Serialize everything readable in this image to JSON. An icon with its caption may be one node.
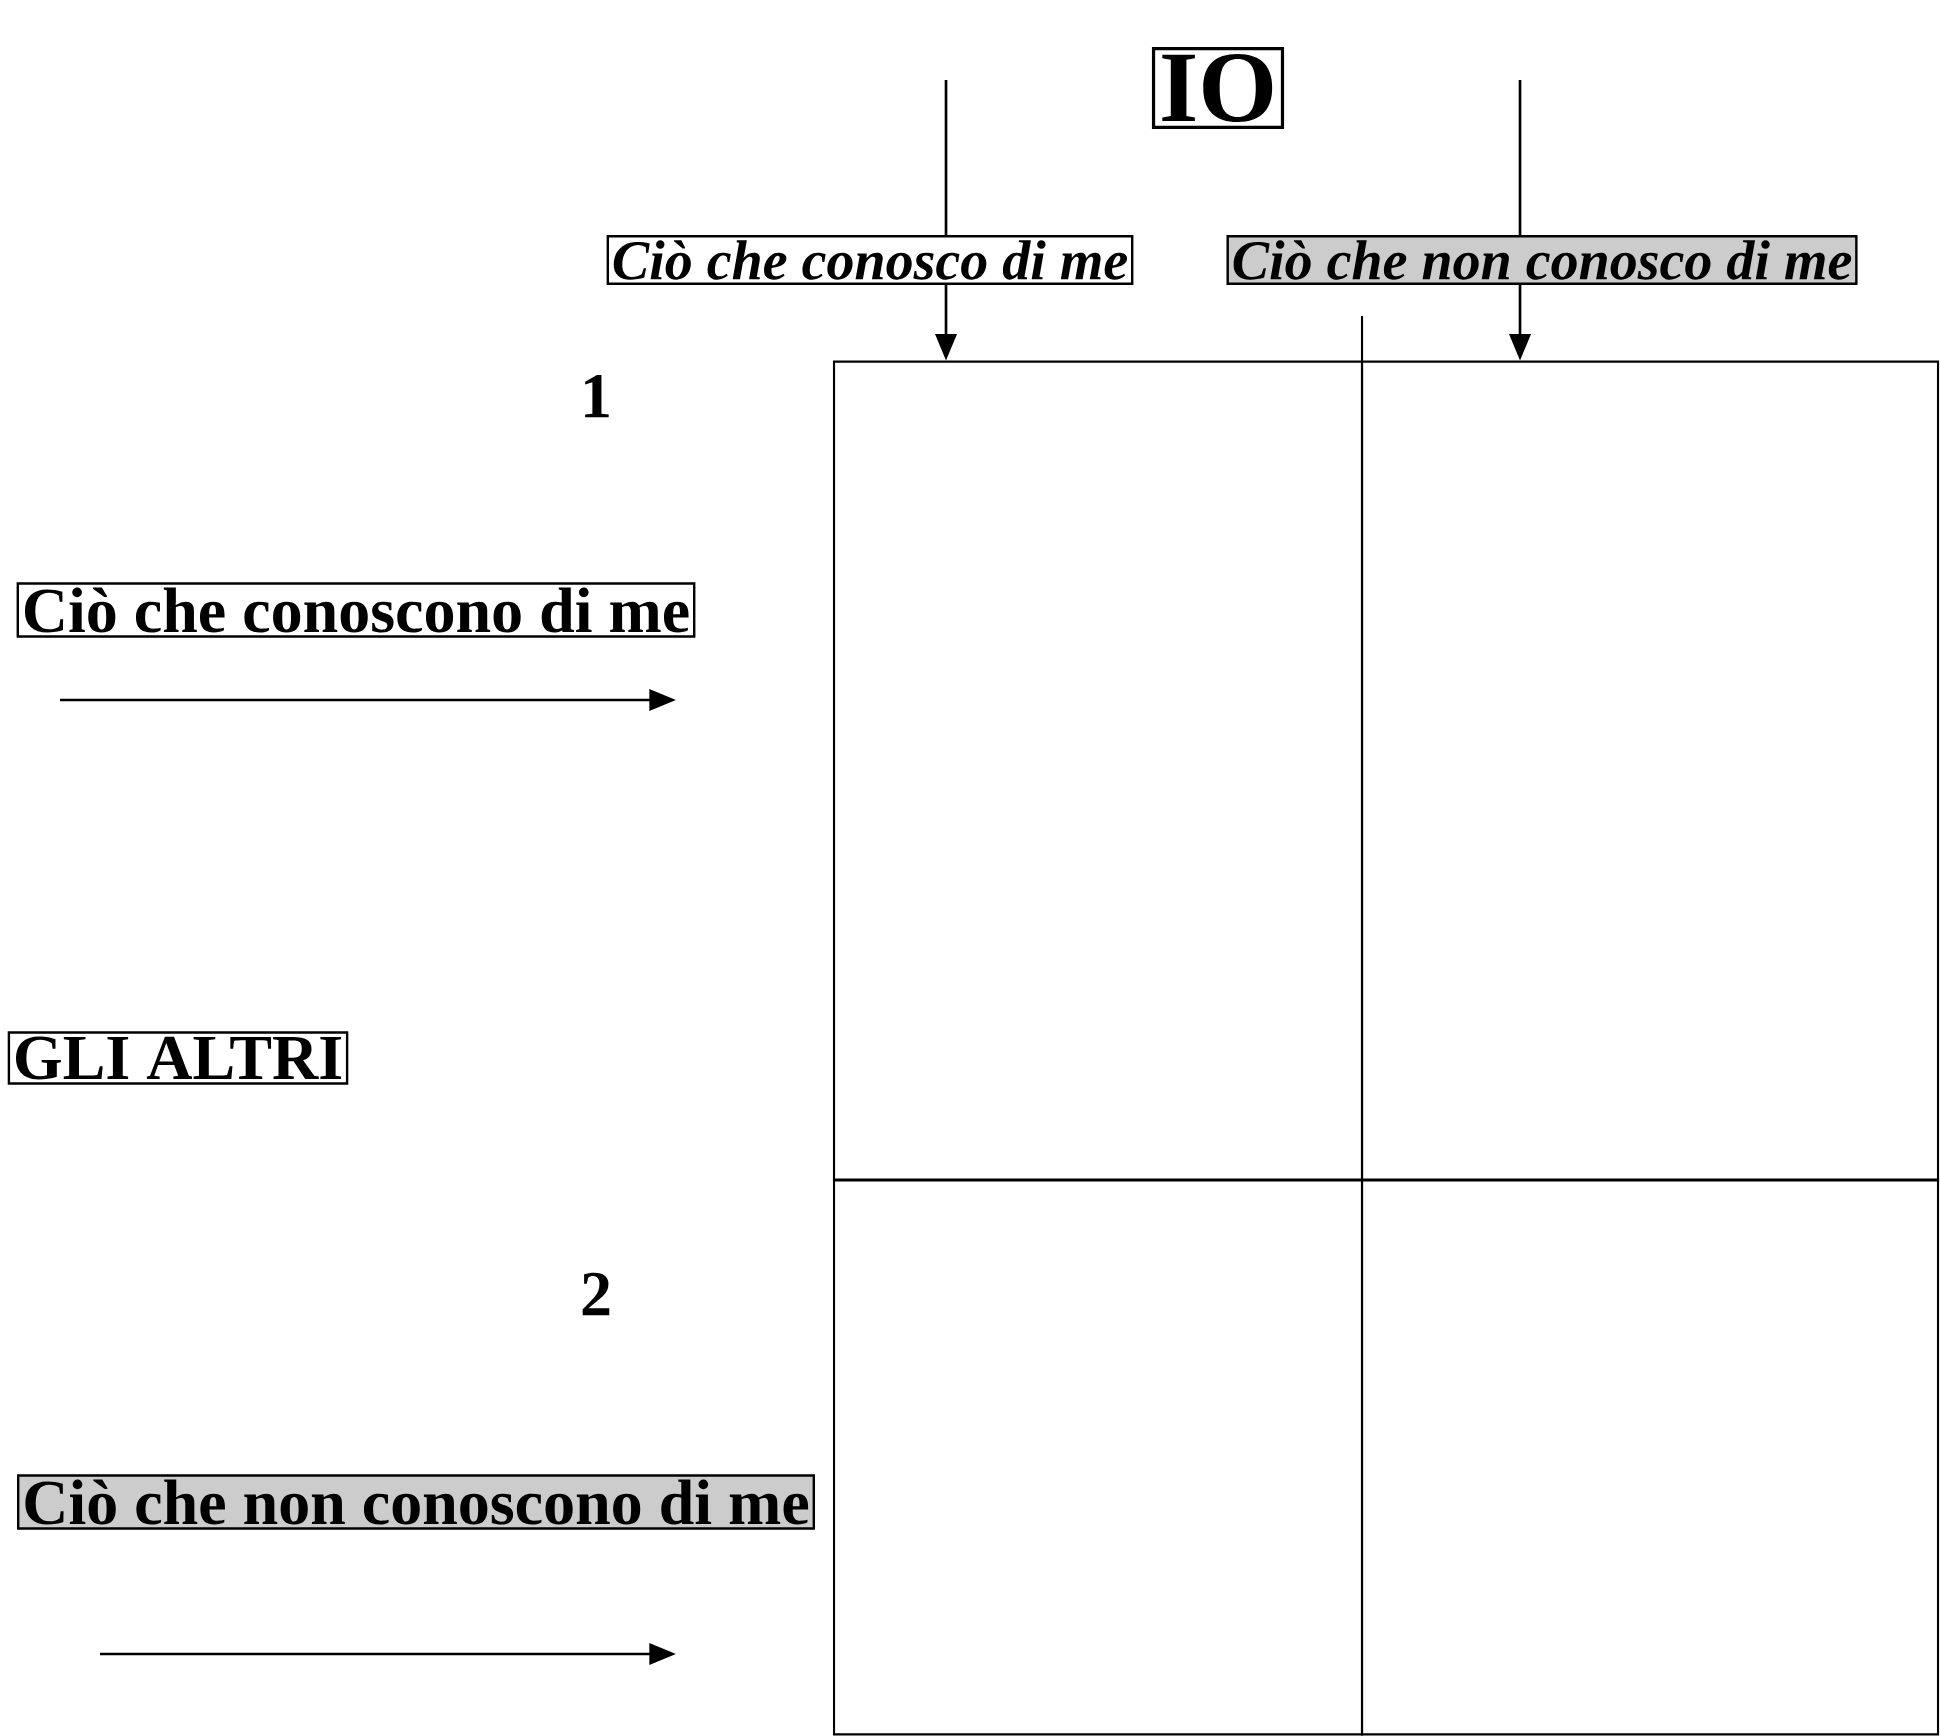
{
  "diagram": {
    "nodes": [
      {
        "text": [
          "IO"
        ]
      },
      {
        "text": [
          "Ciò che conosco di me"
        ]
      },
      {
        "text": [
          "Ciò che non conosco di me"
        ]
      },
      {
        "text": [
          "Ciò che conoscono di me"
        ]
      },
      {
        "text": [
          "GLI ALTRI"
        ]
      },
      {
        "text": [
          "Ciò che non conoscono di me"
        ]
      },
      {
        "text": [],
        "shape": "box"
      },
      {
        "text": [],
        "shape": "box"
      },
      {
        "text": [],
        "shape": "box"
      },
      {
        "text": [],
        "shape": "box"
      }
    ],
    "edges": [
      {
        "from": null,
        "to": 6,
        "arrow": "to"
      },
      {
        "from": null,
        "to": 7,
        "arrow": "to"
      }
    ],
    "labels": [
      "1",
      "2"
    ]
  }
}
